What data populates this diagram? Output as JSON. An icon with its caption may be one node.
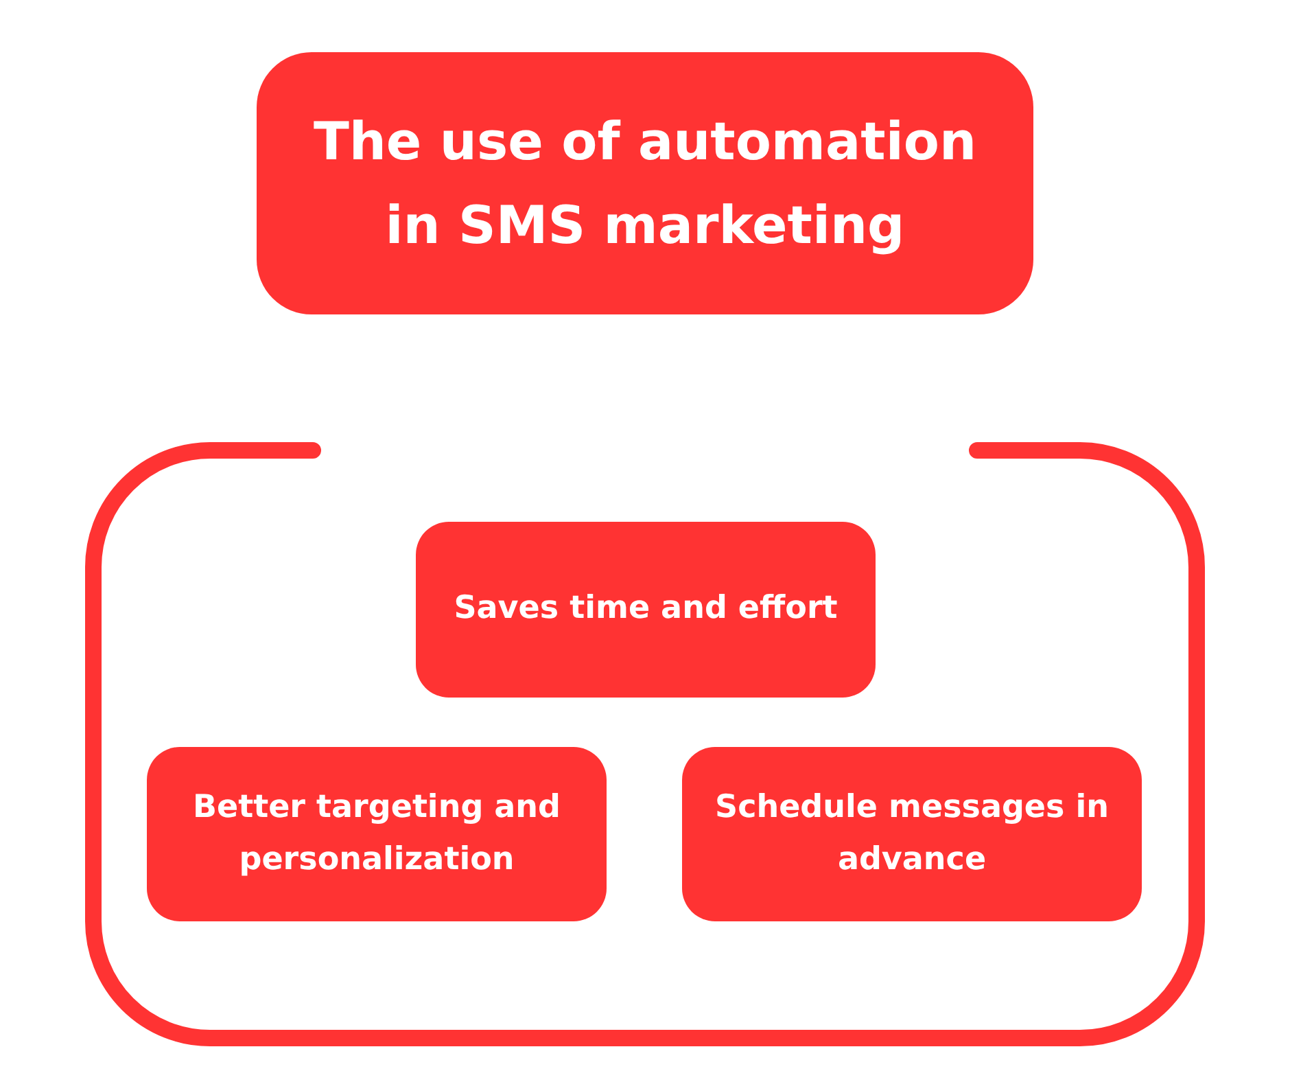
{
  "diagram": {
    "nodes": [
      {
        "text": [
          "The use of automation in SMS marketing"
        ]
      },
      {
        "text": [],
        "shape": "box"
      },
      {
        "text": [
          "Saves time and effort"
        ],
        "in": 1
      },
      {
        "text": [
          "Better targeting and personalization"
        ],
        "in": 1
      },
      {
        "text": [
          "Schedule messages in advance"
        ],
        "in": 1
      }
    ]
  }
}
